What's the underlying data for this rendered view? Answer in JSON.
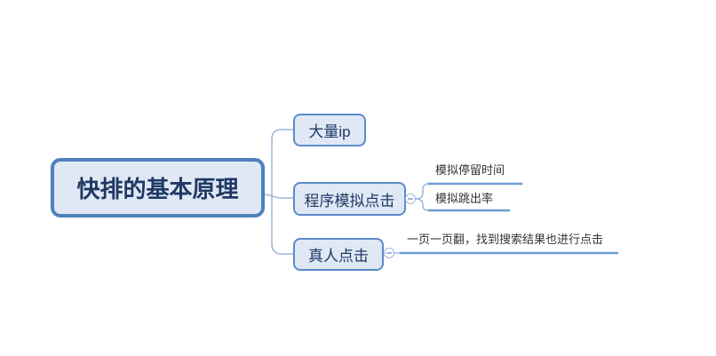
{
  "colors": {
    "canvas-bg": "#ffffff",
    "node-border": "#4e81bd",
    "node-border2": "#5b8bc9",
    "node-fill": "#dfe8f4",
    "node-text": "#1f3864",
    "connector": "#9ab7dc",
    "branch-line": "#6d9dd6",
    "subtopic-text": "#333333"
  },
  "icons": {
    "collapse-toggle": "minus-icon"
  },
  "mindmap": {
    "root": {
      "label": "快排的基本原理"
    },
    "children": [
      {
        "label": "大量ip",
        "children": []
      },
      {
        "label": "程序模拟点击",
        "children": [
          {
            "label": "模拟停留时间"
          },
          {
            "label": "模拟跳出率"
          }
        ]
      },
      {
        "label": "真人点击",
        "children": [
          {
            "label": "一页一页翻，找到搜索结果也进行点击"
          }
        ]
      }
    ]
  }
}
